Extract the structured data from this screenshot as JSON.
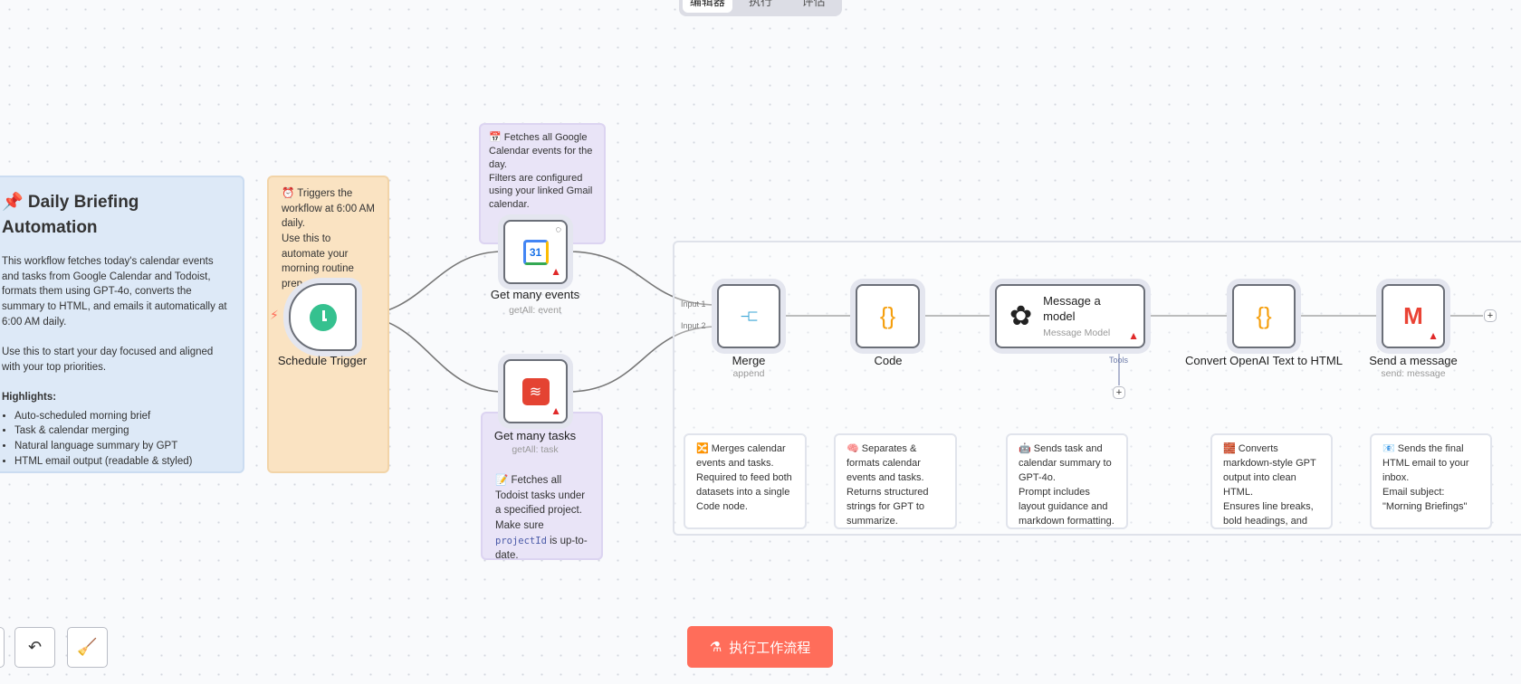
{
  "tabs": [
    "编辑器",
    "执行",
    "评估"
  ],
  "notes": {
    "main": {
      "title": "📌 Daily Briefing Automation",
      "p1": "This workflow fetches today's calendar events and tasks from Google Calendar and Todoist, formats them using GPT-4o, converts the summary to HTML, and emails it automatically at 6:00 AM daily.",
      "p2": "Use this to start your day focused and aligned with your top priorities.",
      "h": "Highlights:",
      "items": [
        "Auto-scheduled morning brief",
        "Task & calendar merging",
        "Natural language summary by GPT",
        "HTML email output (readable & styled)"
      ]
    },
    "trigger": "⏰ Triggers the workflow at 6:00 AM daily.\nUse this to automate your morning routine prep.",
    "events": "📅 Fetches all Google Calendar events for the day.\nFilters are configured using your linked Gmail calendar.",
    "tasks_a": "📝 Fetches all Todoist tasks under a specified project.\nMake sure ",
    "tasks_code": "projectId",
    "tasks_b": " is up-to-date.",
    "merge": "🔀 Merges calendar events and tasks.\nRequired to feed both datasets into a single Code node.",
    "code": "🧠 Separates & formats calendar events and tasks.\nReturns structured strings for GPT to summarize.",
    "gpt": "🤖 Sends task and calendar summary to GPT-4o.\nPrompt includes layout guidance and markdown formatting.",
    "convert": "🧱 Converts markdown-style GPT output into clean HTML.\nEnsures line breaks, bold headings, and emojis are email-",
    "send": "📧 Sends the final HTML email to your inbox.\nEmail subject: \"Morning Briefings\""
  },
  "nodes": {
    "trigger": {
      "label": "Schedule Trigger"
    },
    "events": {
      "label": "Get many events",
      "sub": "getAll: event"
    },
    "tasks": {
      "label": "Get many tasks",
      "sub": "getAll: task"
    },
    "merge": {
      "label": "Merge",
      "sub": "append",
      "in1": "Input 1",
      "in2": "Input 2"
    },
    "code": {
      "label": "Code"
    },
    "model": {
      "title": "Message a model",
      "sub": "Message Model",
      "tools": "Tools"
    },
    "convert": {
      "label": "Convert OpenAI Text to HTML"
    },
    "send": {
      "label": "Send a message",
      "sub": "send: message"
    }
  },
  "footer": {
    "run": "执行工作流程"
  },
  "colors": {
    "accent": "#ff6d5a",
    "warning": "#e02a2a",
    "trigger": "#35c18f",
    "code": "#f59e0b",
    "merge": "#3aa6d6"
  }
}
